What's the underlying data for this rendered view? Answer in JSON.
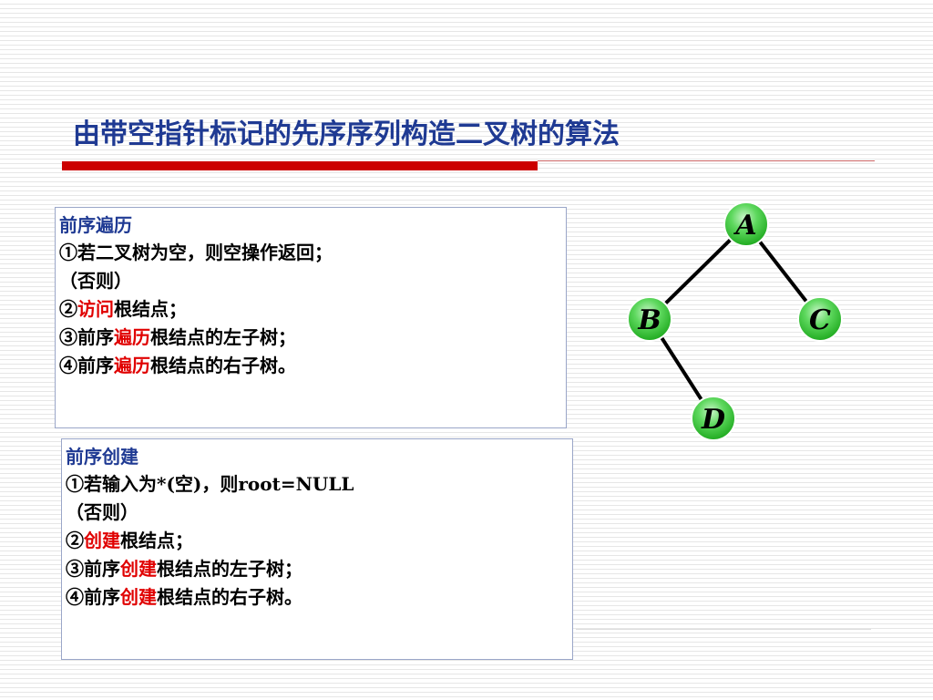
{
  "slide": {
    "title": "由带空指针标记的先序序列构造二叉树的算法"
  },
  "traversal": {
    "heading": "前序遍历",
    "line1": "①若二叉树为空，则空操作返回；",
    "line2": "（否则）",
    "line3": {
      "pre": "②",
      "highlight": "访问",
      "post": "根结点；"
    },
    "line4": {
      "pre": "③前序",
      "highlight": "遍历",
      "post": "根结点的左子树；"
    },
    "line5": {
      "pre": "④前序",
      "highlight": "遍历",
      "post": "根结点的右子树。"
    }
  },
  "creation": {
    "heading": "前序创建",
    "line1": "①若输入为*(空)，则root=NULL",
    "line2": "（否则）",
    "line3": {
      "pre": "②",
      "highlight": "创建",
      "post": "根结点；"
    },
    "line4": {
      "pre": "③前序",
      "highlight": "创建",
      "post": "根结点的左子树；"
    },
    "line5": {
      "pre": "④前序",
      "highlight": "创建",
      "post": "根结点的右子树。"
    }
  },
  "tree": {
    "nodes": {
      "a": "A",
      "b": "B",
      "c": "C",
      "d": "D"
    },
    "node_color": "#22c622"
  },
  "colors": {
    "title": "#1f3a93",
    "accent_bar": "#cc0000",
    "highlight": "#e00000"
  }
}
